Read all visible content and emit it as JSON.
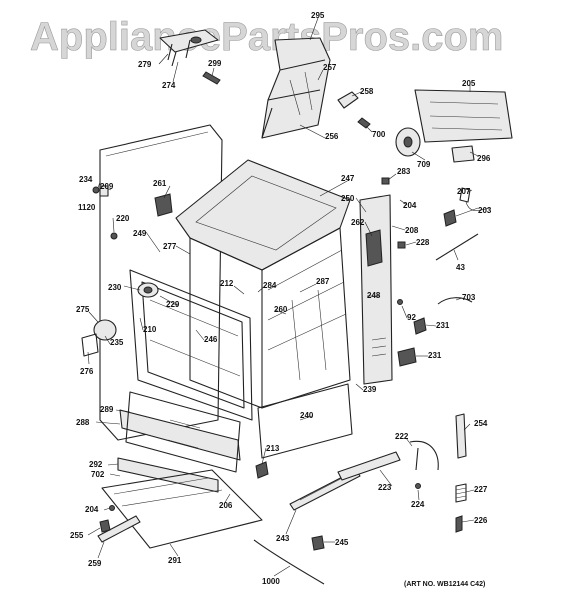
{
  "watermark": "AppliancePartsPros.com",
  "art_number": "(ART NO. WB12144 C42)",
  "callouts": [
    {
      "id": "295",
      "text": "295"
    },
    {
      "id": "279",
      "text": "279"
    },
    {
      "id": "274",
      "text": "274"
    },
    {
      "id": "299",
      "text": "299"
    },
    {
      "id": "257",
      "text": "257"
    },
    {
      "id": "258",
      "text": "258"
    },
    {
      "id": "256",
      "text": "256"
    },
    {
      "id": "700",
      "text": "700"
    },
    {
      "id": "205",
      "text": "205"
    },
    {
      "id": "709",
      "text": "709"
    },
    {
      "id": "296",
      "text": "296"
    },
    {
      "id": "234",
      "text": "234"
    },
    {
      "id": "209",
      "text": "209"
    },
    {
      "id": "1120",
      "text": "1120"
    },
    {
      "id": "261",
      "text": "261"
    },
    {
      "id": "247",
      "text": "247"
    },
    {
      "id": "283",
      "text": "283"
    },
    {
      "id": "207",
      "text": "207"
    },
    {
      "id": "250",
      "text": "250"
    },
    {
      "id": "204a",
      "text": "204"
    },
    {
      "id": "203",
      "text": "203"
    },
    {
      "id": "262",
      "text": "262"
    },
    {
      "id": "220",
      "text": "220"
    },
    {
      "id": "208",
      "text": "208"
    },
    {
      "id": "249",
      "text": "249"
    },
    {
      "id": "277",
      "text": "277"
    },
    {
      "id": "228",
      "text": "228"
    },
    {
      "id": "43",
      "text": "43"
    },
    {
      "id": "230",
      "text": "230"
    },
    {
      "id": "212",
      "text": "212"
    },
    {
      "id": "284",
      "text": "284"
    },
    {
      "id": "287",
      "text": "287"
    },
    {
      "id": "248",
      "text": "248"
    },
    {
      "id": "703",
      "text": "703"
    },
    {
      "id": "229",
      "text": "229"
    },
    {
      "id": "275",
      "text": "275"
    },
    {
      "id": "260",
      "text": "260"
    },
    {
      "id": "92",
      "text": "92"
    },
    {
      "id": "210",
      "text": "210"
    },
    {
      "id": "231a",
      "text": "231"
    },
    {
      "id": "235",
      "text": "235"
    },
    {
      "id": "246",
      "text": "246"
    },
    {
      "id": "231b",
      "text": "231"
    },
    {
      "id": "276",
      "text": "276"
    },
    {
      "id": "239",
      "text": "239"
    },
    {
      "id": "289",
      "text": "289"
    },
    {
      "id": "288",
      "text": "288"
    },
    {
      "id": "240",
      "text": "240"
    },
    {
      "id": "254",
      "text": "254"
    },
    {
      "id": "222",
      "text": "222"
    },
    {
      "id": "213",
      "text": "213"
    },
    {
      "id": "292",
      "text": "292"
    },
    {
      "id": "702",
      "text": "702"
    },
    {
      "id": "223",
      "text": "223"
    },
    {
      "id": "227",
      "text": "227"
    },
    {
      "id": "206",
      "text": "206"
    },
    {
      "id": "224",
      "text": "224"
    },
    {
      "id": "204b",
      "text": "204"
    },
    {
      "id": "226",
      "text": "226"
    },
    {
      "id": "255",
      "text": "255"
    },
    {
      "id": "291",
      "text": "291"
    },
    {
      "id": "243",
      "text": "243"
    },
    {
      "id": "245",
      "text": "245"
    },
    {
      "id": "259",
      "text": "259"
    },
    {
      "id": "1000",
      "text": "1000"
    }
  ]
}
